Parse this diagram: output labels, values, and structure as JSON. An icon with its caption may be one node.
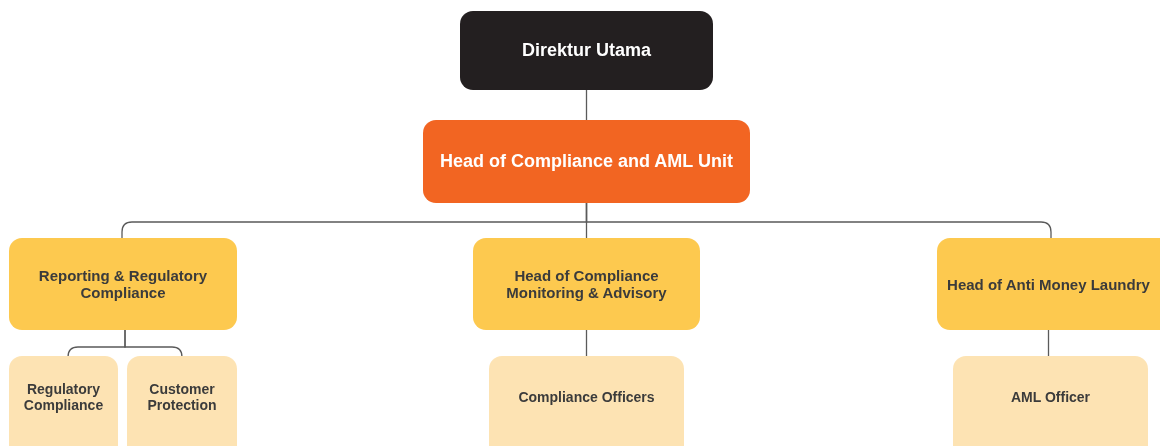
{
  "diagram": {
    "nodes": [
      {
        "text": [
          "Direktur Utama"
        ]
      },
      {
        "text": [
          "Head of Compliance and AML Unit"
        ]
      },
      {
        "text": [
          "Reporting & Regulatory Compliance"
        ]
      },
      {
        "text": [
          "Head of Compliance Monitoring & Advisory"
        ]
      },
      {
        "text": [
          "Head of Anti Money Laundry"
        ]
      },
      {
        "text": [
          "Regulatory Compliance"
        ]
      },
      {
        "text": [
          "Customer Protection"
        ]
      },
      {
        "text": [
          "Compliance Officers"
        ]
      },
      {
        "text": [
          "AML Officer"
        ]
      }
    ],
    "edges": [
      {
        "from": 0,
        "to": 1,
        "arrow": "none"
      },
      {
        "from": 1,
        "to": 2,
        "arrow": "none"
      },
      {
        "from": 1,
        "to": 3,
        "arrow": "none"
      },
      {
        "from": 1,
        "to": 4,
        "arrow": "none"
      },
      {
        "from": 2,
        "to": 5,
        "arrow": "none"
      },
      {
        "from": 2,
        "to": 6,
        "arrow": "none"
      },
      {
        "from": 3,
        "to": 7,
        "arrow": "none"
      },
      {
        "from": 4,
        "to": 8,
        "arrow": "none"
      }
    ]
  }
}
